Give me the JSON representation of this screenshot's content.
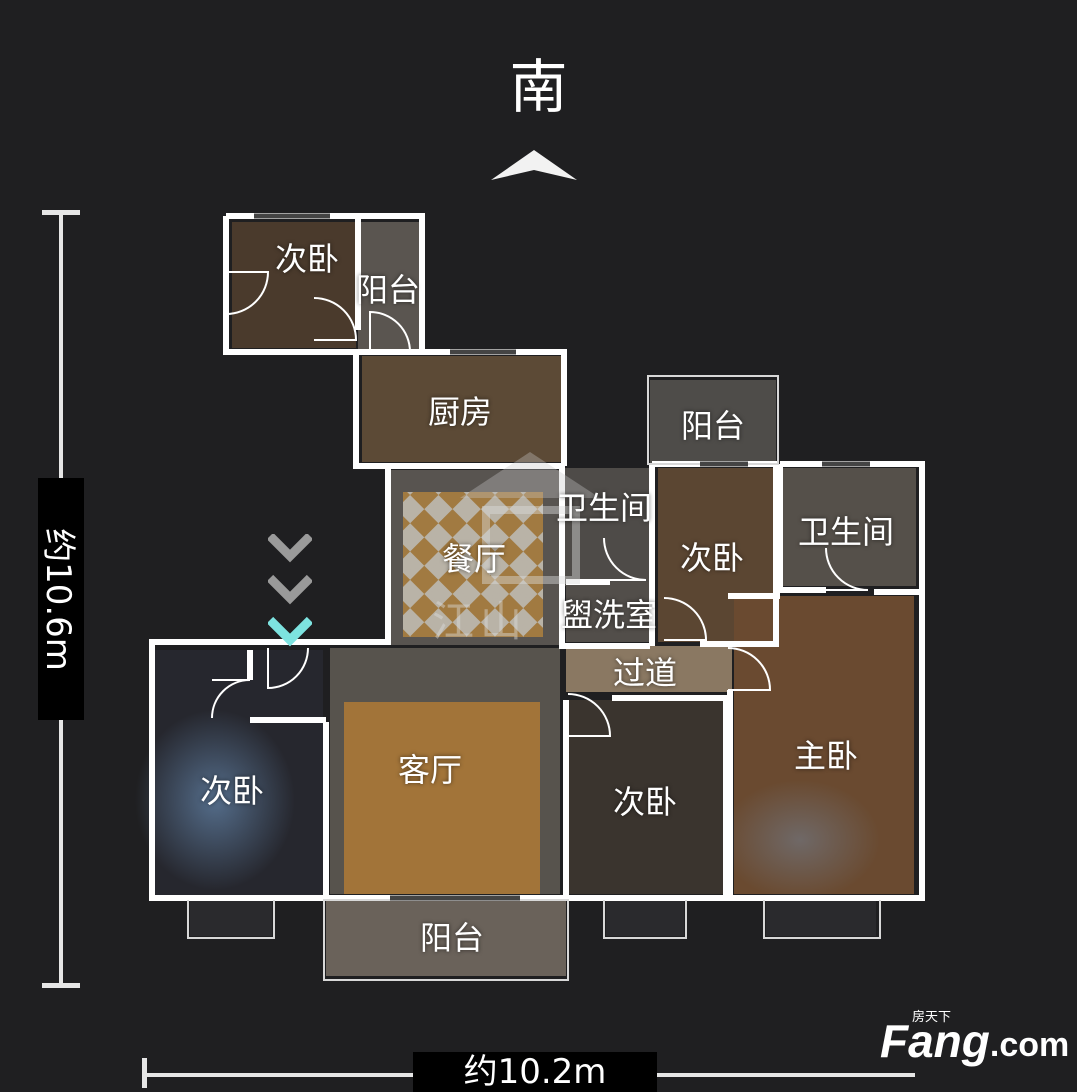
{
  "compass": {
    "label": "南",
    "icon": "north-arrow-icon"
  },
  "dimensions": {
    "height": "约10.6m",
    "width": "约10.2m"
  },
  "rooms": [
    {
      "id": "bedroom-nw",
      "label": "次卧"
    },
    {
      "id": "balcony-nw",
      "label": "阳台"
    },
    {
      "id": "kitchen",
      "label": "厨房"
    },
    {
      "id": "balcony-top",
      "label": "阳台"
    },
    {
      "id": "dining",
      "label": "餐厅"
    },
    {
      "id": "bath-1",
      "label": "卫生间"
    },
    {
      "id": "bedroom-mid",
      "label": "次卧"
    },
    {
      "id": "bath-2",
      "label": "卫生间"
    },
    {
      "id": "laundry",
      "label": "盥洗室"
    },
    {
      "id": "hallway",
      "label": "过道"
    },
    {
      "id": "bedroom-w",
      "label": "次卧"
    },
    {
      "id": "living",
      "label": "客厅"
    },
    {
      "id": "bedroom-s",
      "label": "次卧"
    },
    {
      "id": "master",
      "label": "主卧"
    },
    {
      "id": "balcony-bottom",
      "label": "阳台"
    }
  ],
  "watermarks": {
    "developer": "江山",
    "site_cn": "房天下",
    "site_main": "Fang",
    "site_suffix": ".com"
  },
  "colors": {
    "background": "#1f1f21",
    "wall": "#ffffff",
    "floor_wood": "#8a5a2a",
    "entry_chevron": "#7de3e0"
  }
}
